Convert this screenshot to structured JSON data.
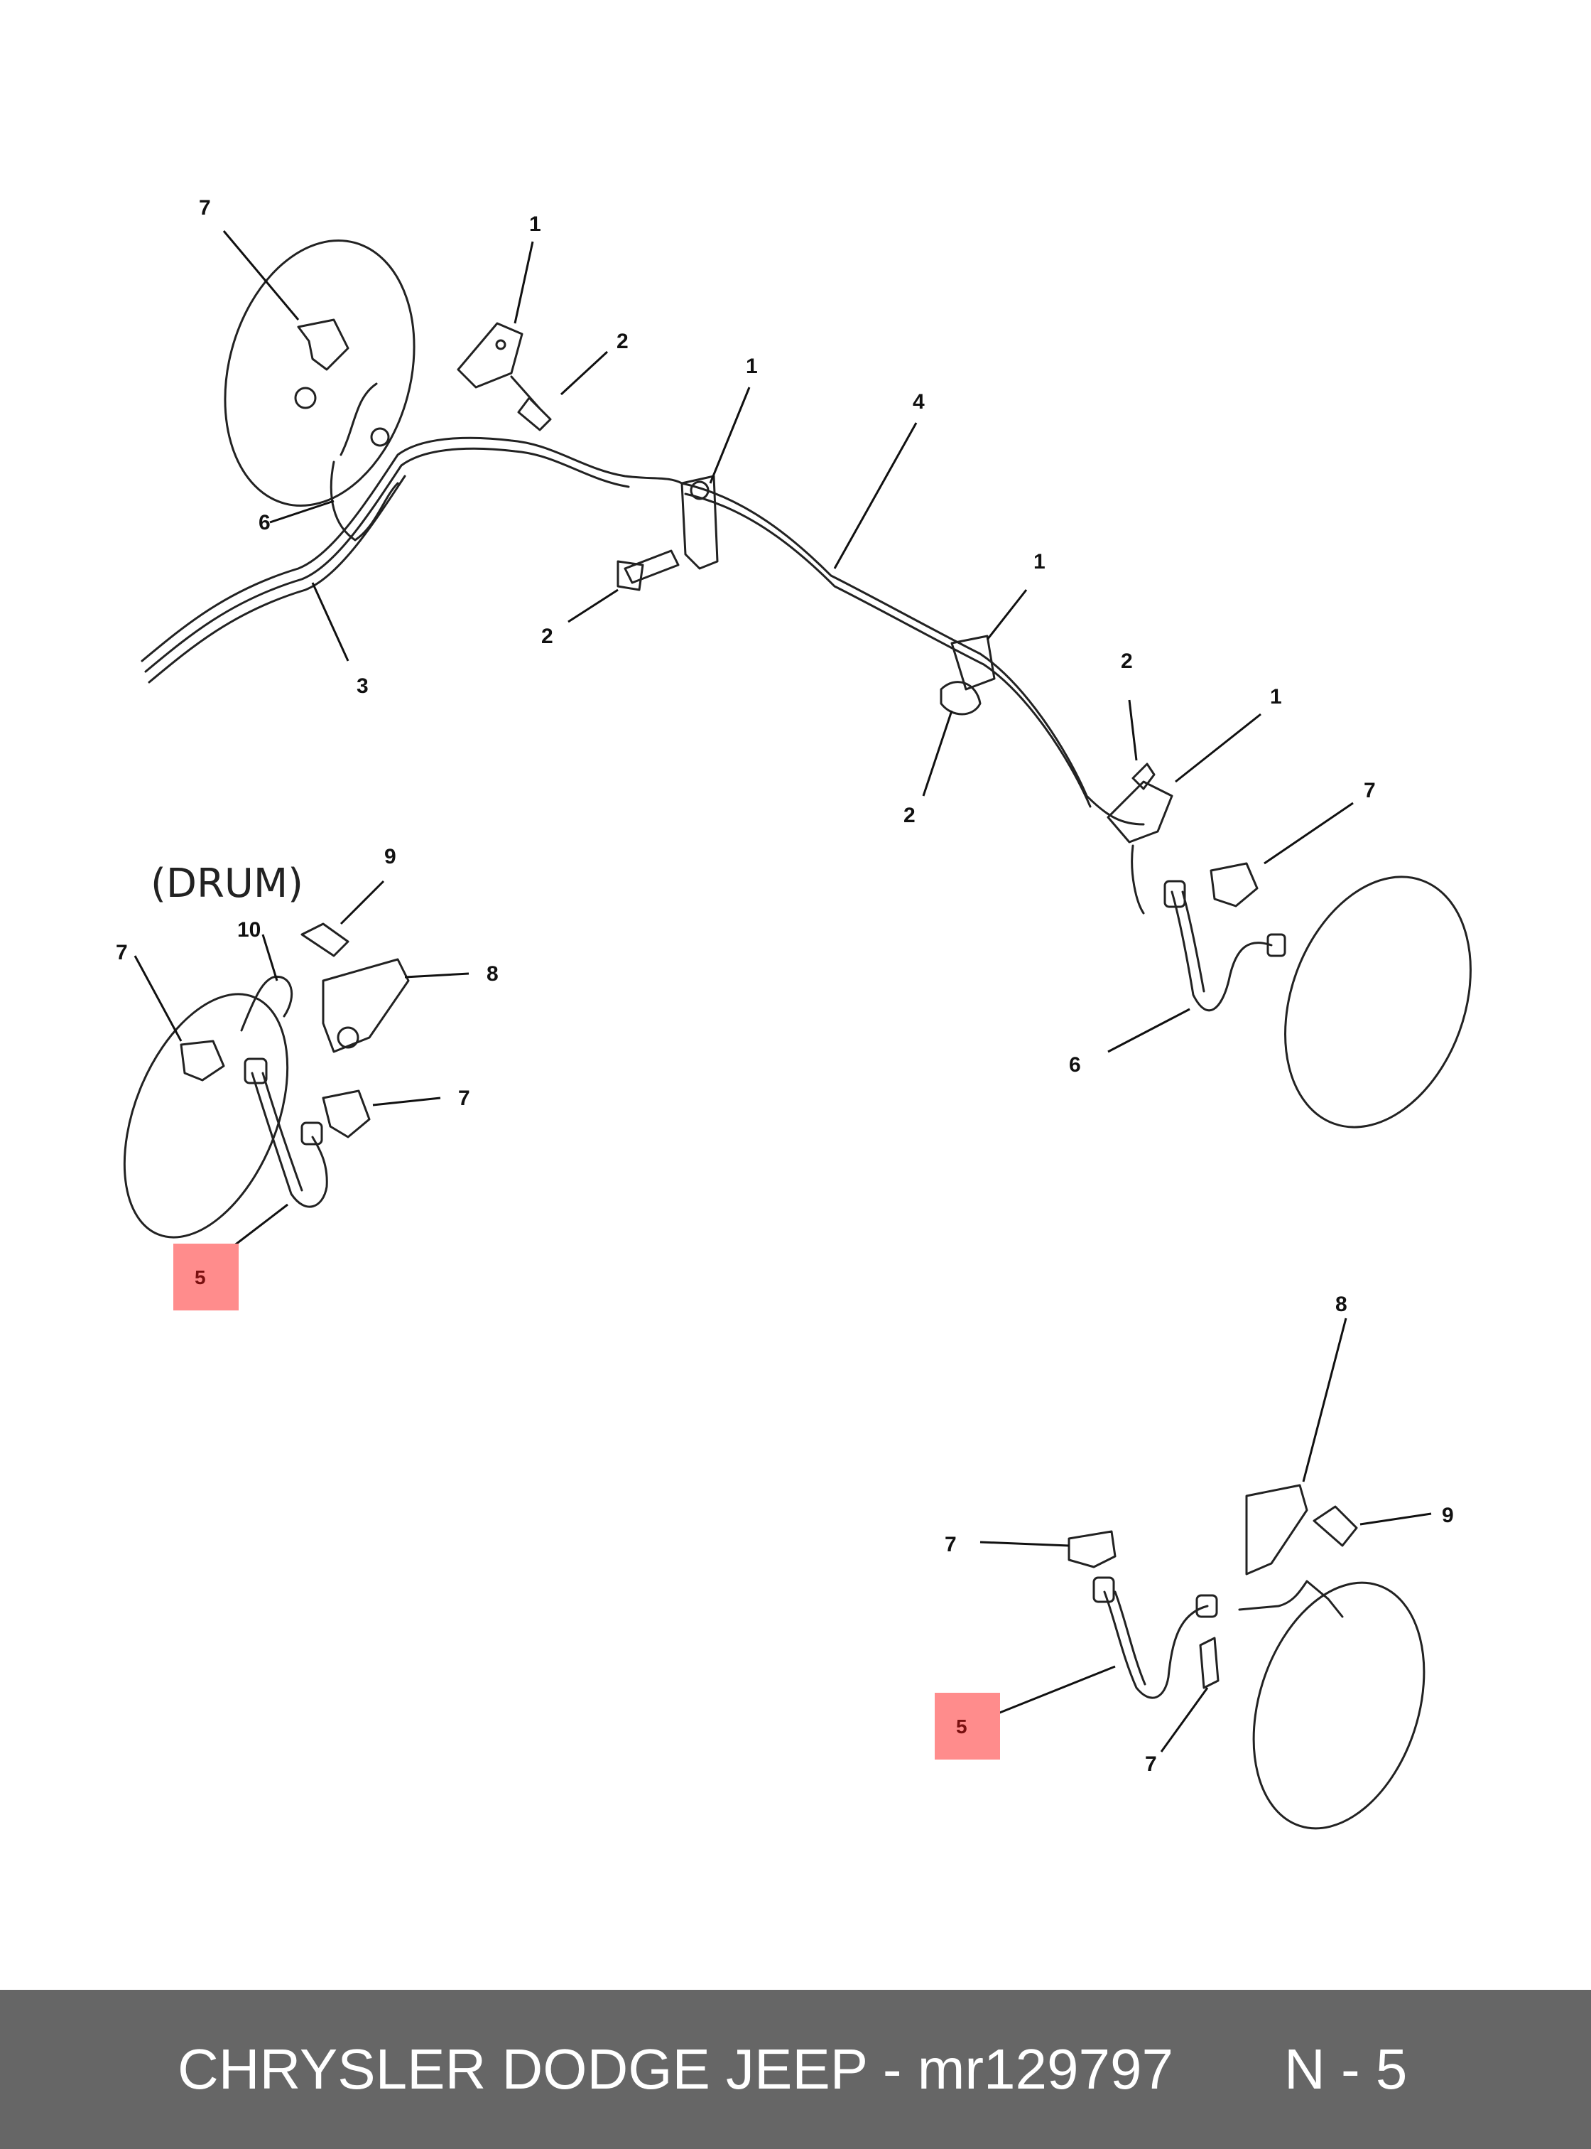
{
  "diagram": {
    "drum_label": "(DRUM)",
    "callouts": {
      "c1a": "1",
      "c1b": "1",
      "c1c": "1",
      "c1d": "1",
      "c2a": "2",
      "c2b": "2",
      "c2c": "2",
      "c2d": "2",
      "c3": "3",
      "c4": "4",
      "c6a": "6",
      "c6b": "6",
      "c7a": "7",
      "c7b": "7",
      "c7c": "7",
      "c7d": "7",
      "c7e": "7",
      "c7f": "7",
      "c8a": "8",
      "c8b": "8",
      "c9a": "9",
      "c9b": "9",
      "c10": "10",
      "c5a": "5",
      "c5b": "5"
    }
  },
  "footer": {
    "title": "CHRYSLER DODGE JEEP - mr129797",
    "page": "N - 5"
  },
  "colors": {
    "highlight": "#ff8c8c",
    "footer_bg": "#666666",
    "footer_text": "#ffffff"
  }
}
